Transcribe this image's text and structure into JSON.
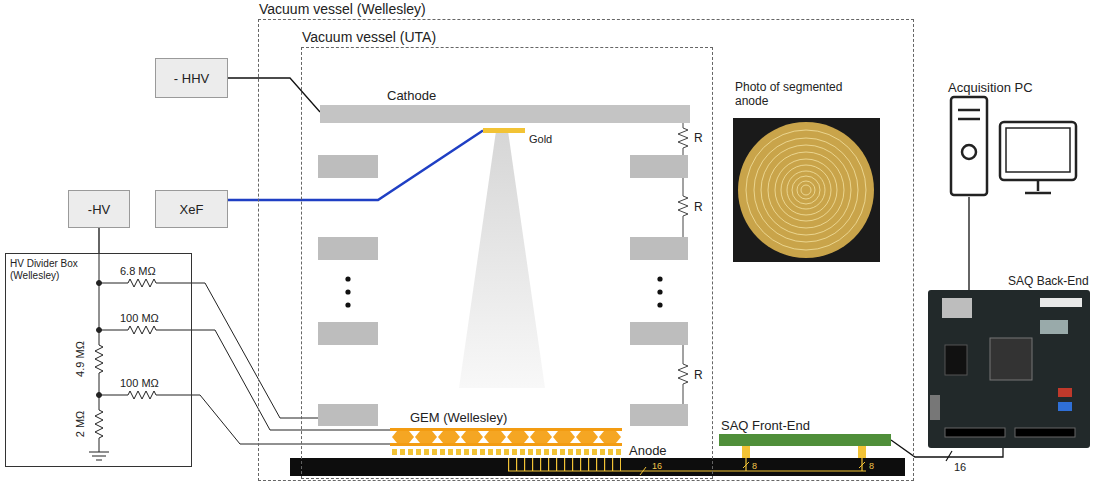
{
  "diagram": {
    "nodes": [
      {
        "text": [
          "Vacuum vessel (Wellesley)"
        ]
      },
      {
        "text": [
          "Vacuum vessel (UTA)"
        ],
        "in": 0
      },
      {
        "text": [
          "Cathode"
        ],
        "in": 1
      },
      {
        "text": [
          "Gold"
        ],
        "in": 1
      },
      {
        "text": [
          "Anode"
        ],
        "in": 0
      },
      {
        "text": [
          "SAQ Front-End"
        ],
        "in": 0
      },
      {
        "text": [
          "- HHV"
        ]
      },
      {
        "text": [
          "-HV"
        ]
      },
      {
        "text": [
          "XeF"
        ]
      },
      {
        "text": [
          "HV Divider Box (Wellesley)"
        ]
      },
      {
        "text": [
          "Acquisition PC"
        ]
      },
      {
        "text": [
          "SAQ Back-End"
        ]
      }
    ],
    "edges": [
      {
        "from": 6,
        "to": 2,
        "arrow": "none"
      },
      {
        "from": 7,
        "to": 9,
        "arrow": "none"
      },
      {
        "from": 8,
        "to": 3,
        "arrow": "none"
      },
      {
        "from": 5,
        "to": 11,
        "arrow": "none"
      },
      {
        "from": 11,
        "to": 10,
        "arrow": "none"
      }
    ],
    "labels": [
      "Photo of segmented anode",
      "GEM (Wellesley)",
      "R",
      "R",
      "R",
      "6.8 MΩ",
      "100 MΩ",
      "100 MΩ",
      "4.9 MΩ",
      "2 MΩ",
      "16",
      "8",
      "8",
      "16"
    ]
  }
}
